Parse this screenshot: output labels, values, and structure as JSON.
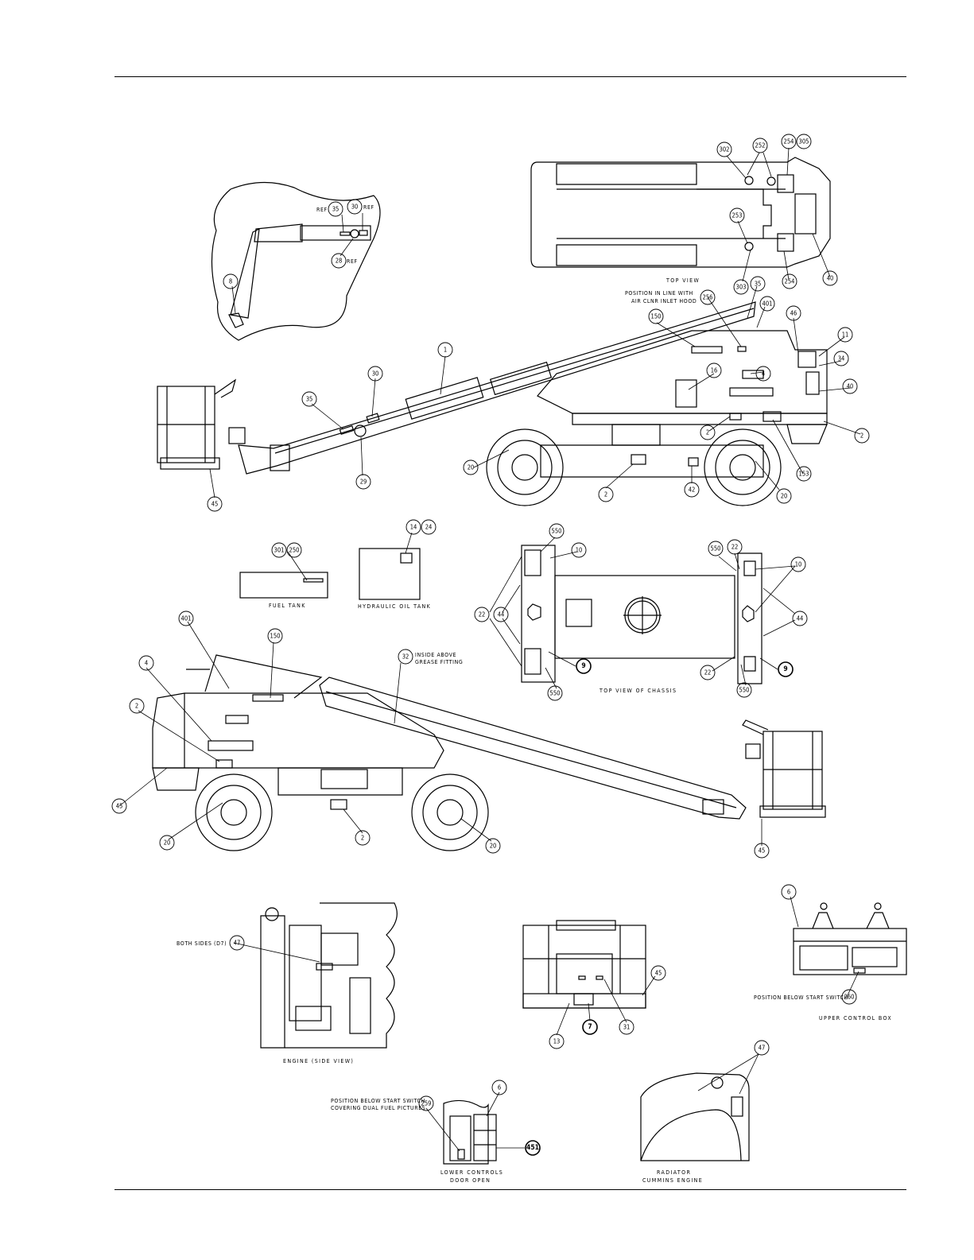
{
  "captions": {
    "top_view": "TOP VIEW",
    "top_view_of_chassis": "TOP VIEW OF CHASSIS",
    "fuel_tank": "FUEL TANK",
    "hydraulic_oil_tank": "HYDRAULIC OIL TANK",
    "engine_side_view": "ENGINE (SIDE VIEW)",
    "upper_control_box": "UPPER CONTROL BOX",
    "lower_controls_1": "LOWER CONTROLS",
    "lower_controls_2": "DOOR OPEN",
    "radiator_1": "RADIATOR",
    "radiator_2": "CUMMINS ENGINE"
  },
  "notes": {
    "air_cleaner_1": "POSITION IN LINE WITH",
    "air_cleaner_2": "AIR CLNR INLET HOOD",
    "grease_1": "INSIDE ABOVE",
    "grease_2": "GREASE FITTING",
    "both_sides": "BOTH SIDES (D7)",
    "below_start_switch": "POSITION BELOW START SWITCH",
    "below_start_switch_lower_1": "POSITION BELOW START SWITCH",
    "below_start_switch_lower_2": "COVERING DUAL FUEL PICTURES",
    "ref": "REF"
  },
  "callouts": {
    "c1": "1",
    "c2": "2",
    "c4": "4",
    "c6": "6",
    "c7": "7",
    "c8": "8",
    "c9": "9",
    "c10": "10",
    "c11": "11",
    "c13": "13",
    "c14": "14",
    "c16": "16",
    "c20": "20",
    "c22": "22",
    "c24": "24",
    "c28": "28",
    "c29": "29",
    "c30": "30",
    "c31": "31",
    "c32": "32",
    "c34": "34",
    "c35": "35",
    "c40": "40",
    "c42": "42",
    "c44": "44",
    "c45": "45",
    "c46": "46",
    "c47": "47",
    "c150": "150",
    "c153": "153",
    "c250": "250",
    "c252": "252",
    "c253": "253",
    "c254": "254",
    "c256": "256",
    "c259": "259",
    "c260": "260",
    "c301": "301",
    "c302": "302",
    "c303": "303",
    "c305": "305",
    "c401": "401",
    "c451": "451",
    "c550": "550"
  }
}
